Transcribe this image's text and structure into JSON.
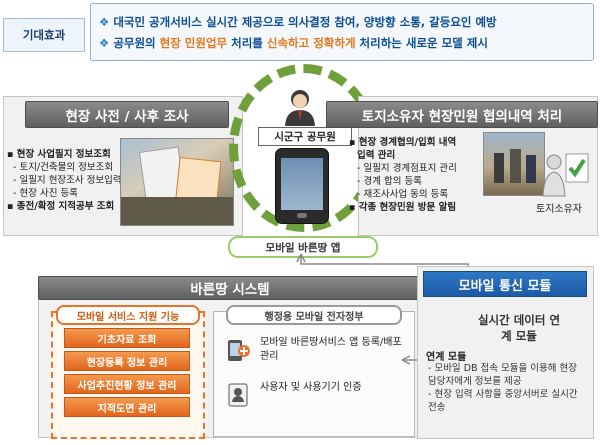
{
  "effect": {
    "label": "기대효과",
    "line1": "대국민 공개서비스 실시간 제공으로 의사결정 참여, 양방향 소통, 갈등요인 예방",
    "line2_prefix": "공무원의 ",
    "line2_hl1": "현장 민원업무",
    "line2_mid": " 처리를 ",
    "line2_hl2": "신속하고 정확하게",
    "line2_suffix": " 처리하는 새로운 모델 제시"
  },
  "left_panel": {
    "title": "현장 사전 / 사후 조사",
    "items": [
      "현장 사업필지 정보조회",
      "- 토지/건축물의 정보조회",
      "- 일필지 현장조사 정보입력",
      "- 현장 사진 등록",
      "종전/확정 지적공부 조회"
    ]
  },
  "center": {
    "officer": "시군구 공무원",
    "app": "모바일 바른땅 앱"
  },
  "right_panel": {
    "title": "토지소유자 현장민원 협의내역 처리",
    "items": [
      "현장 경계협의/입회 내역",
      "입력 관리",
      "- 일필지 경계점표지 관리",
      "- 경계 합의 등록",
      "- 재조사사업 동의 등록",
      "각종 현장민원 방문 알림"
    ],
    "owner_caption": "토지소유자"
  },
  "system": {
    "title": "바른땅 시스템",
    "mobile_support": {
      "title": "모바일 서비스 지원 기능",
      "buttons": [
        "기초자료 조회",
        "현장등록 정보 관리",
        "사업추진현황 정보 관리",
        "지적도면 관리"
      ]
    },
    "admin": {
      "title": "행정용 모바일 전자정부",
      "item1": "모바일 바른땅서비스 앱 등록/배포 관리",
      "item2": "사용자 및 사용기기 인증"
    }
  },
  "comm": {
    "title": "모바일 통신 모듈",
    "realtime": "실시간 데이터 연계 모듈",
    "module_label": "연계 모듈",
    "items": [
      "- 모바일 DB 접속 모듈을 이용해 현장 담당자에게 정보를 제공",
      "- 현장 입력 사항을 중앙서버로 실시간 전송"
    ]
  },
  "colors": {
    "accent_blue": "#1c5aa5",
    "accent_orange": "#e5781a",
    "accent_green": "#6fa03b"
  }
}
